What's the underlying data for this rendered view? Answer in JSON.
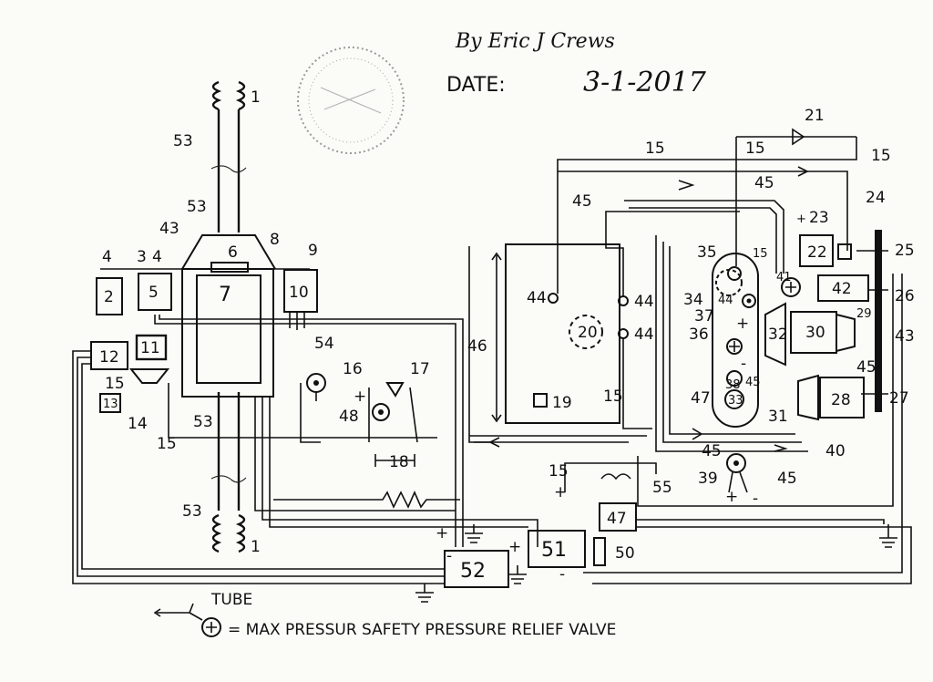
{
  "header": {
    "author": "By Eric J Crews",
    "date_label": "DATE:",
    "date_value": "3-1-2017"
  },
  "components": {
    "c1a": "1",
    "c1b": "1",
    "c2": "2",
    "c3": "3",
    "c4a": "4",
    "c4b": "4",
    "c5": "5",
    "c6": "6",
    "c7": "7",
    "c8": "8",
    "c9": "9",
    "c10": "10",
    "c11": "11",
    "c12": "12",
    "c13": "13",
    "c14": "14",
    "c15": "15",
    "c16": "16",
    "c17": "17",
    "c18": "18",
    "c19": "19",
    "c20": "20",
    "c21": "21",
    "c22": "22",
    "c23": "23",
    "c24": "24",
    "c25": "25",
    "c26": "26",
    "c27": "27",
    "c28": "28",
    "c29": "29",
    "c30": "30",
    "c31": "31",
    "c32": "32",
    "c33": "33",
    "c34": "34",
    "c35": "35",
    "c36": "36",
    "c37": "37",
    "c38": "38",
    "c39": "39",
    "c40": "40",
    "c41": "41",
    "c42": "42",
    "c43": "43",
    "c44": "44",
    "c45": "45",
    "c46": "46",
    "c47": "47",
    "c48": "48",
    "c50": "50",
    "c51": "51",
    "c52": "52",
    "c53": "53",
    "c54": "54",
    "c55": "55"
  },
  "signs": {
    "plus": "+",
    "minus": "-"
  },
  "legend": {
    "tube_label": "TUBE",
    "valve_text": "= MAX PRESSUR SAFETY PRESSURE RELIEF VALVE"
  }
}
